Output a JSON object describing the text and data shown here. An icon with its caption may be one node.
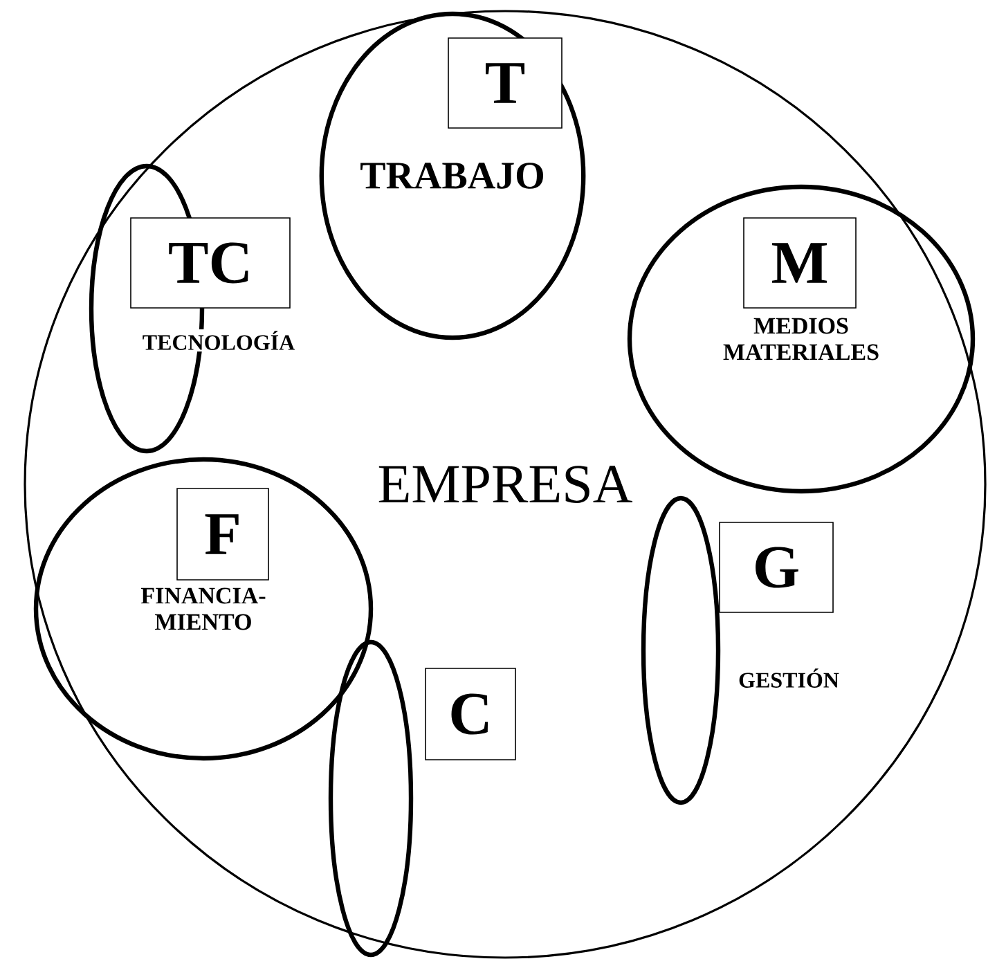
{
  "diagram": {
    "nodes": [
      {
        "text": [
          "EMPRESA"
        ]
      },
      {
        "text": [
          "TRABAJO"
        ],
        "in": 0
      },
      {
        "text": [
          "T"
        ],
        "in": 1
      },
      {
        "text": [],
        "shape": "ellipse",
        "in": 0
      },
      {
        "text": [
          "TC"
        ],
        "in": 0
      },
      {
        "text": [
          "MEDIOS MATERIALES"
        ],
        "in": 0
      },
      {
        "text": [
          "M"
        ],
        "in": 5
      },
      {
        "text": [
          "FINANCIA- MIENTO"
        ],
        "in": 0
      },
      {
        "text": [
          "F"
        ],
        "in": 7
      },
      {
        "text": [],
        "shape": "ellipse",
        "in": 0
      },
      {
        "text": [
          "C"
        ],
        "in": 0
      },
      {
        "text": [],
        "shape": "ellipse",
        "in": 0
      },
      {
        "text": [
          "G"
        ],
        "in": 0
      }
    ],
    "labels": [
      "TECNOLOGÍA",
      "GESTIÓN"
    ]
  }
}
